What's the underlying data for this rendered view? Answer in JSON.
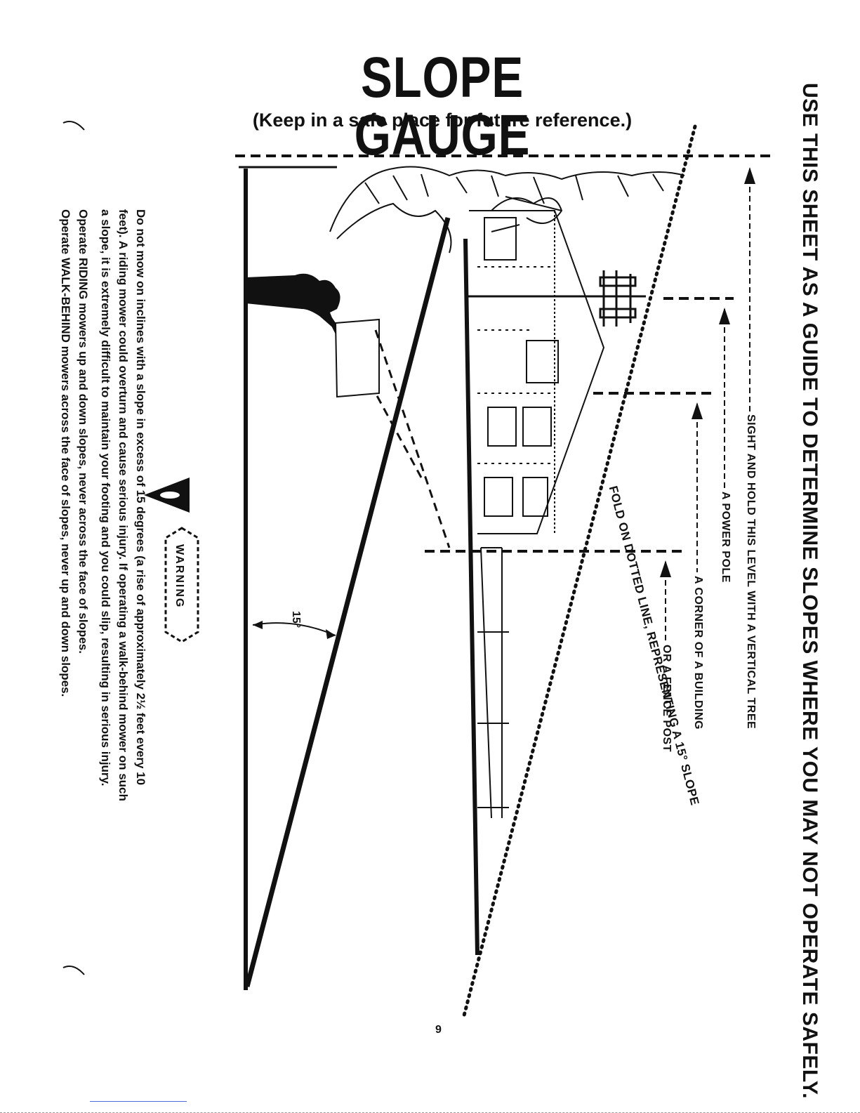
{
  "header": {
    "title": "SLOPE GAUGE",
    "subtitle": "(Keep in a safe place for future reference.)"
  },
  "side_heading": "USE THIS SHEET AS A GUIDE TO DETERMINE SLOPES WHERE YOU MAY NOT OPERATE SAFELY.",
  "guides": {
    "sight": "SIGHT AND HOLD THIS LEVEL WITH A VERTICAL TREE",
    "pole": "A POWER POLE",
    "building": "A CORNER OF A BUILDING",
    "fence": "OR A FENCE POST"
  },
  "fold_label": "FOLD ON DOTTED LINE, REPRESENTING A 15° SLOPE",
  "angle_label": "15°",
  "warning": {
    "tag": "WARNING",
    "line1": "Do not mow on inclines with a slope in excess of 15 degrees (a rise of approximately 2½ feet every 10",
    "line2": "feet). A riding mower could overturn and cause serious injury. If operating a walk-behind mower on such",
    "line3": "a slope, it is extremely difficult to maintain your footing and you could slip, resulting in serious injury.",
    "line4": "Operate RIDING mowers up and down slopes, never across the face of slopes.",
    "line5": "Operate WALK-BEHIND mowers across the face of slopes, never up and down slopes."
  },
  "page_number": "9",
  "colors": {
    "ink": "#111111",
    "paper": "#ffffff",
    "link": "#4a6ed6"
  }
}
